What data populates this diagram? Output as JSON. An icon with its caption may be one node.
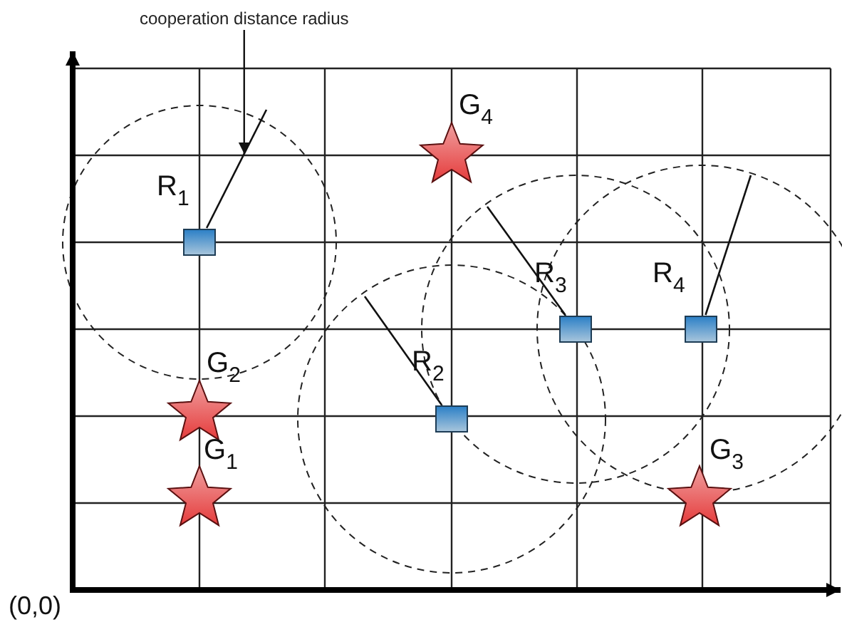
{
  "diagram": {
    "nodes": [
      {
        "text": [
          "cooperation distance radius"
        ]
      },
      {
        "text": [],
        "shape": "line"
      }
    ],
    "edges": [
      {
        "from": 0,
        "to": 1,
        "arrow": "to"
      }
    ],
    "labels": [
      "G$_{4}$",
      "R$_{1}$",
      "R$_{3}$",
      "R$_{4}$",
      "R$_{2}$",
      "G$_{2}$",
      "G$_{1}$",
      "G$_{3}$",
      "(0,0)"
    ]
  }
}
